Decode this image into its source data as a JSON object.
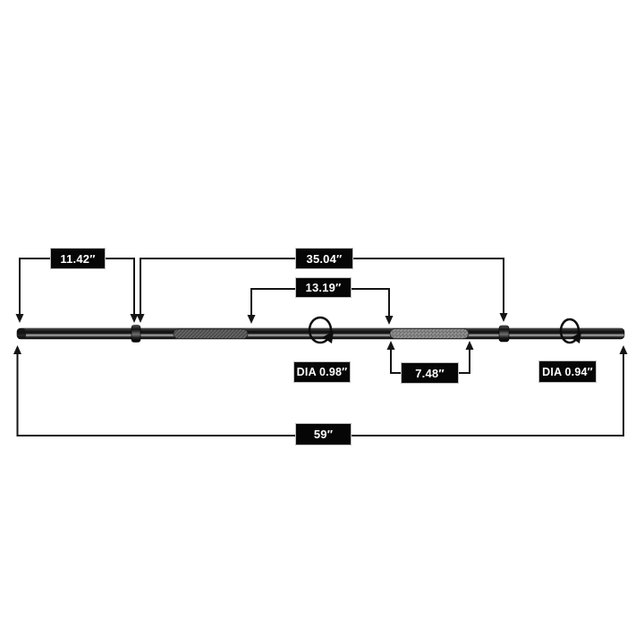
{
  "page": {
    "background": "#ffffff",
    "description": "Barbell bar dimension diagram on white background"
  },
  "diagram": {
    "subject": "standard barbell bar",
    "colors": {
      "label_background": "#060606",
      "label_border": "#bdbdbd",
      "label_text": "#ffffff",
      "dimension_line": "#141414",
      "bar_dark": "#0d0d0d",
      "bar_highlight": "#9a9a9a",
      "knurl_left": "#646464",
      "knurl_center": "#8f8f8f"
    },
    "measurements": {
      "left_sleeve": {
        "label": "11.42″"
      },
      "shaft": {
        "label": "35.04″"
      },
      "left_grip_section": {
        "label": "13.19″"
      },
      "left_diameter": {
        "label": "DIA 0.98″"
      },
      "center_knurl": {
        "label": "7.48″"
      },
      "right_diameter": {
        "label": "DIA 0.94″"
      },
      "overall_length": {
        "label": "59″"
      }
    }
  }
}
